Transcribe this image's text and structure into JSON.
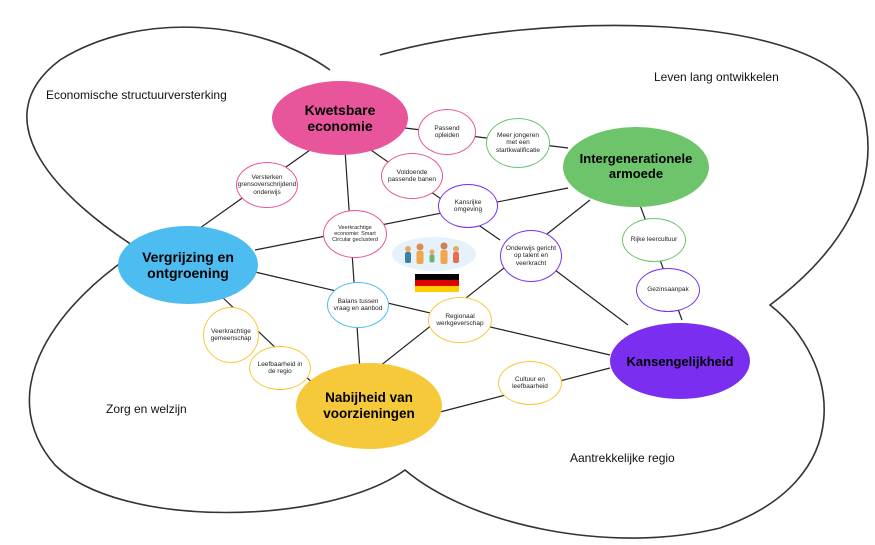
{
  "regions": {
    "top_left": "Economische structuurversterking",
    "top_right": "Leven lang ontwikkelen",
    "bottom_left": "Zorg en welzijn",
    "bottom_right": "Aantrekkelijke regio"
  },
  "main_nodes": {
    "kwetsbare": {
      "label": "Kwetsbare economie",
      "color": "#e8559b"
    },
    "intergen": {
      "label": "Intergenerationele armoede",
      "color": "#6dc46b"
    },
    "vergrijzing": {
      "label": "Vergrijzing en ontgroening",
      "color": "#4dbcf0"
    },
    "kansen": {
      "label": "Kansengelijkheid",
      "color": "#7a2ff0"
    },
    "nabijheid": {
      "label": "Nabijheid van voorzieningen",
      "color": "#f5c93a"
    }
  },
  "sub_nodes": {
    "passend": {
      "label": "Passend opleiden",
      "color": "#e8559b"
    },
    "meer": {
      "label": "Meer jongeren met een startkwalificatie",
      "color": "#6dc46b"
    },
    "voldoende": {
      "label": "Voldoende passende banen",
      "color": "#e8559b"
    },
    "versterken": {
      "label": "Versterken grensoverschrijdend onderwijs",
      "color": "#e8559b"
    },
    "kansrijke": {
      "label": "Kansrijke omgeving",
      "color": "#7a2ff0"
    },
    "veerkrachtige_econ": {
      "label": "Veerkrachtige economie: Smart Circular geclusterd",
      "color": "#e8559b"
    },
    "onderwijs": {
      "label": "Onderwijs gericht op talent en veerkracht",
      "color": "#7a2ff0"
    },
    "rijke": {
      "label": "Rijke leercultuur",
      "color": "#6dc46b"
    },
    "gezins": {
      "label": "Gezinsaanpak",
      "color": "#7a2ff0"
    },
    "balans": {
      "label": "Balans tussen vraag en aanbod",
      "color": "#4dbcf0"
    },
    "regionaal": {
      "label": "Regionaal werkgeverschap",
      "color": "#f5c93a"
    },
    "veerkrachtige_gem": {
      "label": "Veerkrachtige gemeenschap",
      "color": "#f5c93a"
    },
    "leefbaarheid": {
      "label": "Leefbaarheid in de regio",
      "color": "#f5c93a"
    },
    "cultuur": {
      "label": "Cultuur en leefbaarheid",
      "color": "#f5c93a"
    }
  },
  "flag_colors": [
    "#000000",
    "#dd0000",
    "#ffce00"
  ],
  "family_icon": "family-illustration-icon"
}
